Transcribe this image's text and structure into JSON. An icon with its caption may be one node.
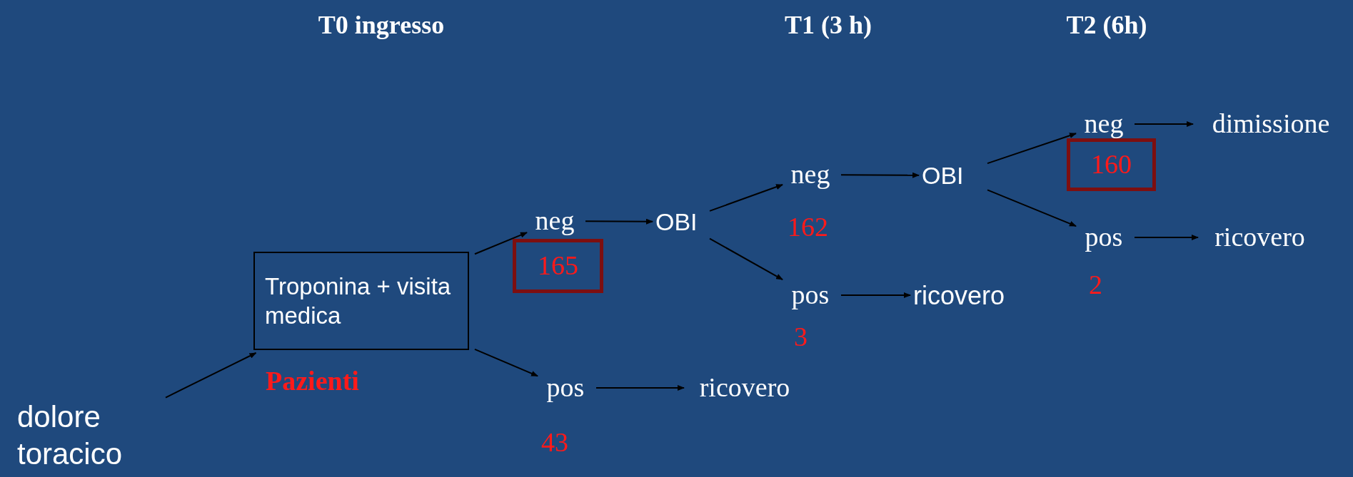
{
  "diagram": {
    "nodes": [
      {
        "text": [
          "dolore toracico"
        ]
      },
      {
        "text": [
          "Troponina + visita medica"
        ],
        "beside": [
          "Pazienti"
        ]
      },
      {
        "text": [
          "neg"
        ]
      },
      {
        "text": [
          "165"
        ]
      },
      {
        "text": [
          "OBI"
        ]
      },
      {
        "text": [
          "pos"
        ],
        "beside": [
          "43"
        ]
      },
      {
        "text": [
          "ricovero"
        ]
      },
      {
        "text": [
          "neg"
        ],
        "beside": [
          "162"
        ]
      },
      {
        "text": [
          "OBI"
        ]
      },
      {
        "text": [
          "pos"
        ],
        "beside": [
          "3"
        ]
      },
      {
        "text": [
          "ricovero"
        ]
      },
      {
        "text": [
          "neg"
        ]
      },
      {
        "text": [
          "160"
        ]
      },
      {
        "text": [
          "dimissione"
        ]
      },
      {
        "text": [
          "pos"
        ],
        "beside": [
          "2"
        ]
      },
      {
        "text": [
          "ricovero"
        ]
      }
    ],
    "edges": [
      {
        "from": 0,
        "to": 1,
        "arrow": "to"
      },
      {
        "from": 1,
        "to": 2,
        "arrow": "to"
      },
      {
        "from": 1,
        "to": 5,
        "arrow": "to"
      },
      {
        "from": 2,
        "to": 4,
        "arrow": "to"
      },
      {
        "from": 4,
        "to": 7,
        "arrow": "to"
      },
      {
        "from": 4,
        "to": 9,
        "arrow": "to"
      },
      {
        "from": 5,
        "to": 6,
        "arrow": "to"
      },
      {
        "from": 7,
        "to": 8,
        "arrow": "to"
      },
      {
        "from": 9,
        "to": 10,
        "arrow": "to"
      },
      {
        "from": 8,
        "to": 11,
        "arrow": "to"
      },
      {
        "from": 8,
        "to": 14,
        "arrow": "to"
      },
      {
        "from": 11,
        "to": 13,
        "arrow": "to"
      },
      {
        "from": 14,
        "to": 15,
        "arrow": "to"
      }
    ],
    "labels": [
      "T0 ingresso",
      "T1 (3 h)",
      "T2 (6h)"
    ]
  }
}
